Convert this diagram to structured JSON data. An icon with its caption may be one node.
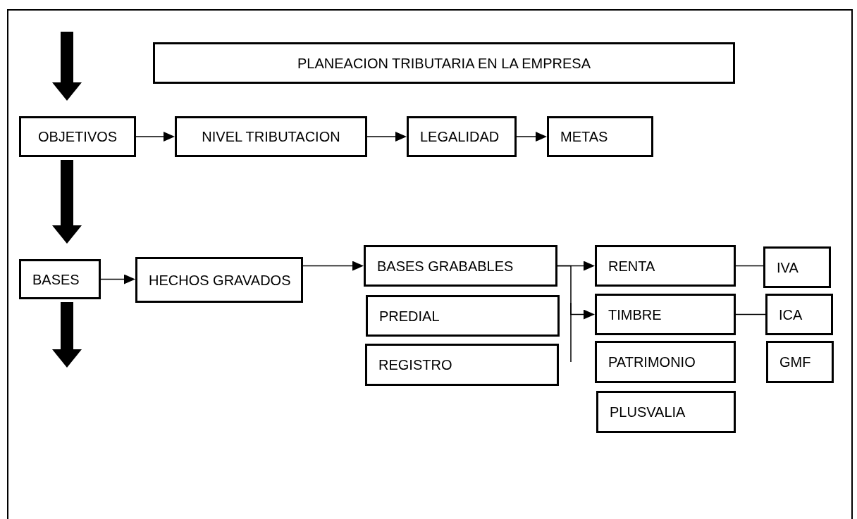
{
  "diagram": {
    "nodes": [
      {
        "text": [
          "PLANEACION TRIBUTARIA EN LA EMPRESA"
        ]
      },
      {
        "text": [
          "OBJETIVOS"
        ]
      },
      {
        "text": [
          "NIVEL TRIBUTACION"
        ]
      },
      {
        "text": [
          "LEGALIDAD"
        ]
      },
      {
        "text": [
          "METAS"
        ]
      },
      {
        "text": [
          "BASES"
        ]
      },
      {
        "text": [
          "HECHOS GRAVADOS"
        ]
      },
      {
        "text": [
          "BASES GRABABLES"
        ]
      },
      {
        "text": [
          "RENTA"
        ]
      },
      {
        "text": [
          "IVA"
        ]
      },
      {
        "text": [
          "PREDIAL"
        ]
      },
      {
        "text": [
          "TIMBRE"
        ]
      },
      {
        "text": [
          "ICA"
        ]
      },
      {
        "text": [
          "REGISTRO"
        ]
      },
      {
        "text": [
          "PATRIMONIO"
        ]
      },
      {
        "text": [
          "GMF"
        ]
      },
      {
        "text": [
          "PLUSVALIA"
        ]
      }
    ],
    "edges": [
      {
        "from": null,
        "to": 1,
        "arrow": "to",
        "style": "thick"
      },
      {
        "from": 1,
        "to": 2,
        "arrow": "to"
      },
      {
        "from": 2,
        "to": 3,
        "arrow": "to"
      },
      {
        "from": 3,
        "to": 4,
        "arrow": "to"
      },
      {
        "from": 1,
        "to": 5,
        "arrow": "to",
        "style": "thick"
      },
      {
        "from": 5,
        "to": 6,
        "arrow": "to"
      },
      {
        "from": 6,
        "to": 7,
        "arrow": "to"
      },
      {
        "from": 7,
        "to": 8,
        "arrow": "to"
      },
      {
        "from": 7,
        "to": 11,
        "arrow": "to"
      },
      {
        "from": 8,
        "to": 9,
        "arrow": "none"
      },
      {
        "from": 11,
        "to": 12,
        "arrow": "none"
      },
      {
        "from": 5,
        "to": null,
        "arrow": "to",
        "style": "thick"
      }
    ]
  }
}
